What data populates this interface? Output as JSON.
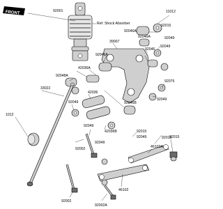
{
  "front_badge": "FRONT",
  "ref_note": "Ref. Shock Absorber",
  "labels": {
    "p92001": "92001",
    "p11012": "11012",
    "p92015a": "92015",
    "p92046a": "92046A",
    "p92049a": "92049",
    "p39007": "39007",
    "p92046_top": "92046A",
    "p92046": "92046",
    "p92049b": "92049",
    "p42036a": "42036A",
    "p92046a2": "92046A",
    "p92048a": "92048A",
    "p92046b": "92046B",
    "p92049c": "92049",
    "p92075": "92075",
    "p33022": "33022",
    "p42036": "42036",
    "p92049d": "92049",
    "p92049e": "92049",
    "p92015b": "92015",
    "p92049f": "92049",
    "p92015c": "92015",
    "p42036b": "42036B",
    "p92049g": "92049",
    "p92002a": "92002",
    "p46102a": "46102A",
    "p1012": "1012",
    "p92015d": "92015",
    "p46102": "46102",
    "p92002b": "92002",
    "p92002c": "92002A"
  }
}
